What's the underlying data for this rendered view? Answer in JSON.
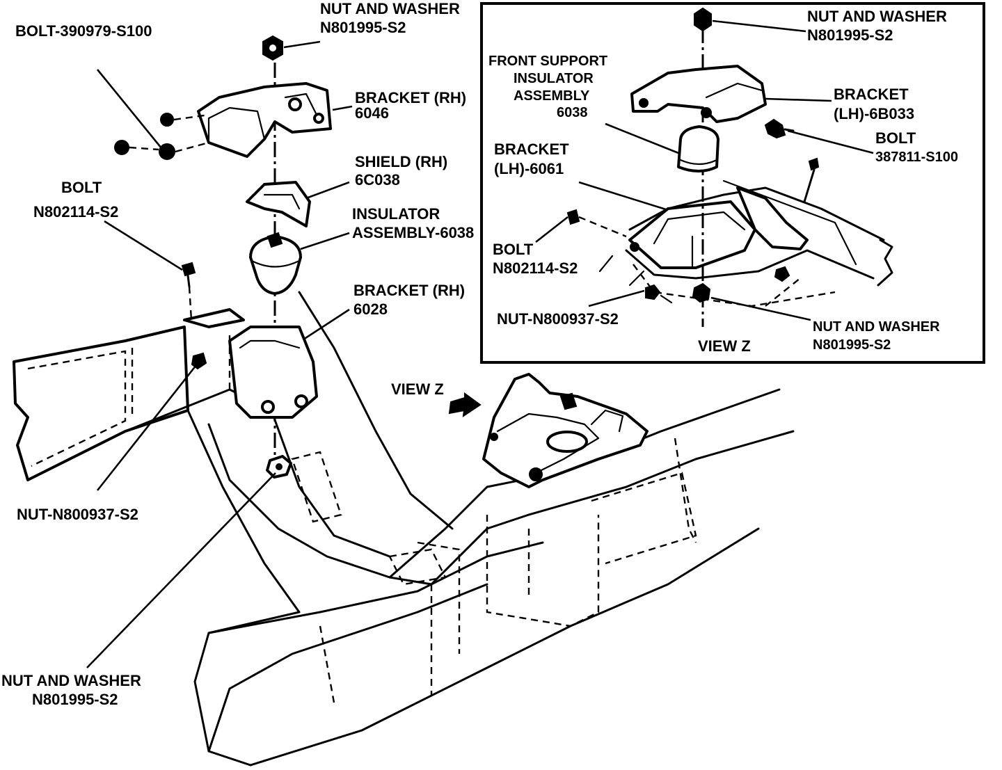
{
  "main_view": {
    "labels": {
      "nut_washer_top": [
        "NUT AND WASHER",
        "N801995-S2"
      ],
      "bolt_top": [
        "BOLT-390979-S100"
      ],
      "bracket_rh_6046": [
        "BRACKET (RH)",
        "6046"
      ],
      "shield_rh": [
        "SHIELD (RH)",
        "6C038"
      ],
      "insulator": [
        "INSULATOR",
        "ASSEMBLY-6038"
      ],
      "bolt_left": [
        "BOLT",
        "N802114-S2"
      ],
      "bracket_rh_6028": [
        "BRACKET (RH)",
        "6028"
      ],
      "nut_left": [
        "NUT-N800937-S2"
      ],
      "nut_washer_bottom": [
        "NUT AND WASHER",
        "N801995-S2"
      ],
      "view_z_arrow": [
        "VIEW Z"
      ]
    }
  },
  "inset_view": {
    "title": "VIEW Z",
    "labels": {
      "nut_washer_top": [
        "NUT AND WASHER",
        "N801995-S2"
      ],
      "front_support": [
        "FRONT SUPPORT",
        "INSULATOR",
        "ASSEMBLY",
        "6038"
      ],
      "bracket_lh_6b033": [
        "BRACKET",
        "(LH)-6B033"
      ],
      "bolt_right": [
        "BOLT",
        "387811-S100"
      ],
      "bracket_lh_6061": [
        "BRACKET",
        "(LH)-6061"
      ],
      "bolt_left": [
        "BOLT",
        "N802114-S2"
      ],
      "nut": [
        "NUT-N800937-S2"
      ],
      "nut_washer_bottom": [
        "NUT AND WASHER",
        "N801995-S2"
      ]
    }
  },
  "icons": [
    "arrow-icon",
    "nut-icon",
    "bolt-icon"
  ]
}
